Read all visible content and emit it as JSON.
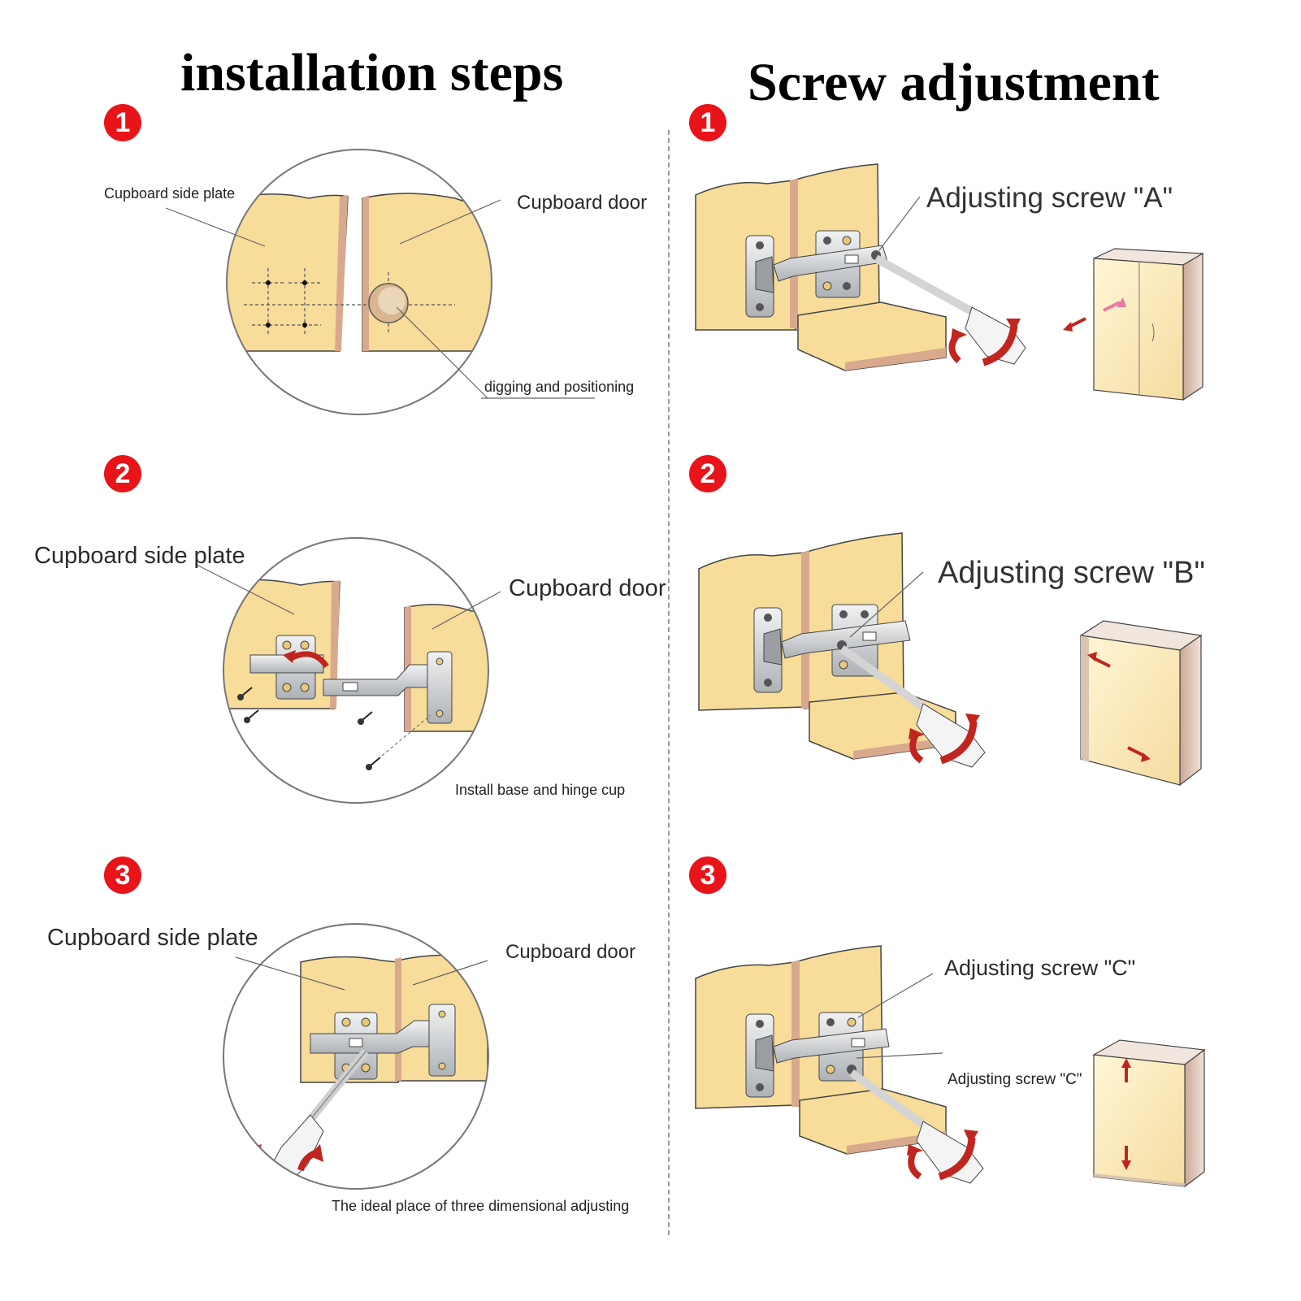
{
  "titles": {
    "left": "installation steps",
    "right": "Screw adjustment"
  },
  "steps_left": [
    {
      "badge": "1",
      "side_plate": "Cupboard side plate",
      "door": "Cupboard door",
      "caption": "digging and positioning"
    },
    {
      "badge": "2",
      "side_plate": "Cupboard side plate",
      "door": "Cupboard door",
      "caption": "Install base and hinge cup"
    },
    {
      "badge": "3",
      "side_plate": "Cupboard side plate",
      "door": "Cupboard door",
      "caption": "The ideal place of three dimensional adjusting"
    }
  ],
  "steps_right": [
    {
      "badge": "1",
      "screw_label": "Adjusting screw \"A\""
    },
    {
      "badge": "2",
      "screw_label": "Adjusting screw \"B\""
    },
    {
      "badge": "3",
      "screw_label": "Adjusting screw \"C\"",
      "screw_label_2": "Adjusting screw \"C\""
    }
  ],
  "colors": {
    "wood": "#f7dc9a",
    "wood_edge": "#e3b88a",
    "badge": "#e8141a",
    "arrow": "#c0251f",
    "metal": "#d3d5d8"
  }
}
